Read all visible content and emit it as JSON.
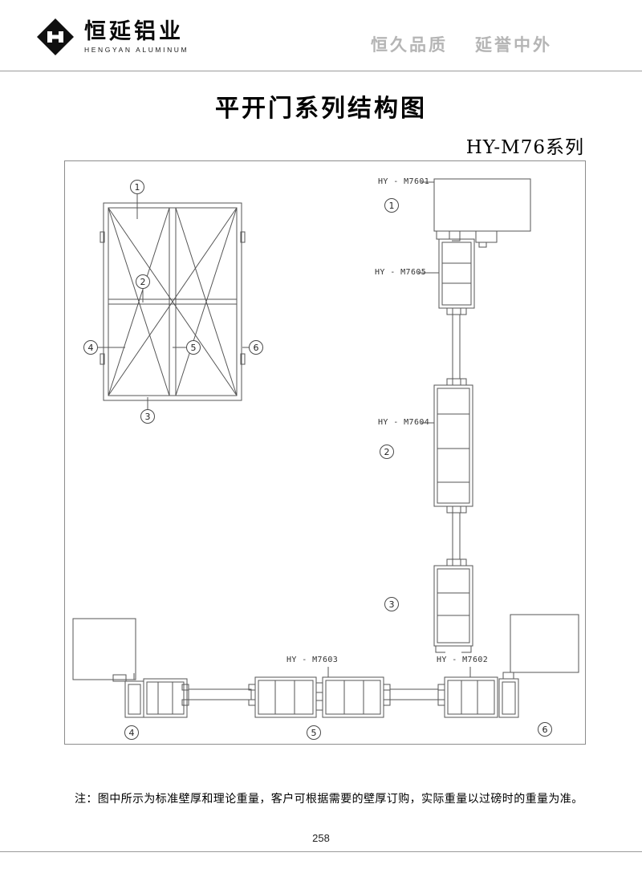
{
  "header": {
    "logo_title": "恒延铝业",
    "logo_subtitle": "HENGYAN ALUMINUM",
    "slogan_left": "恒久品质",
    "slogan_right": "延誉中外"
  },
  "title": "平开门系列结构图",
  "series": "HY-M76系列",
  "labels": {
    "m7601": "HY - M7601",
    "m7605": "HY - M7605",
    "m7604": "HY - M7604",
    "m7603": "HY - M7603",
    "m7602": "HY - M7602"
  },
  "callouts": {
    "n1": "1",
    "n2": "2",
    "n3": "3",
    "n4": "4",
    "n5": "5",
    "n6": "6"
  },
  "footer": {
    "note": "注：图中所示为标准壁厚和理论重量，客户可根据需要的壁厚订购，实际重量以过磅时的重量为准。",
    "page_number": "258"
  }
}
